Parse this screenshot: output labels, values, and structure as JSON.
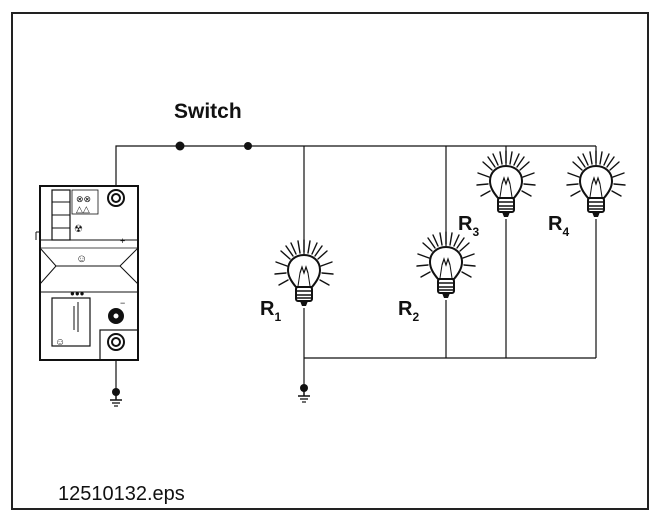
{
  "switch_label": "Switch",
  "resistors": [
    {
      "letter": "R",
      "subscript": "1"
    },
    {
      "letter": "R",
      "subscript": "2"
    },
    {
      "letter": "R",
      "subscript": "3"
    },
    {
      "letter": "R",
      "subscript": "4"
    }
  ],
  "filename": "12510132.eps"
}
